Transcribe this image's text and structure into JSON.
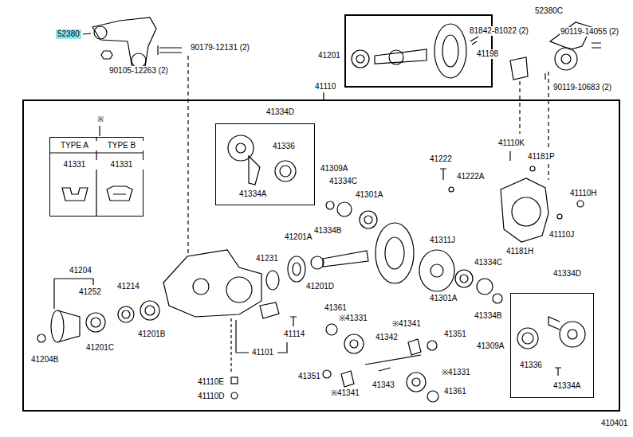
{
  "diagram": {
    "nodes": [
      {
        "text": [
          "41201"
        ]
      },
      {
        "text": [
          "41110"
        ]
      },
      {
        "text": [
          "TYPE A",
          "TYPE B",
          "41331",
          "41331"
        ],
        "in": 1
      },
      {
        "text": [
          "41309A",
          "41334D",
          "41336",
          "41334A"
        ],
        "in": 1
      },
      {
        "text": [
          "41309A",
          "41334D",
          "41336",
          "41334A"
        ],
        "in": 1
      }
    ],
    "labels": [
      "52380",
      "90179-12131 (2)",
      "90105-12263 (2)",
      "81842-81022 (2)",
      "52380C",
      "90119-14055 (2)",
      "41198",
      "90119-10683 (2)",
      "※",
      "41222",
      "41222A",
      "41110K",
      "41181P",
      "41334C",
      "41301A",
      "41110H",
      "41334B",
      "41201A",
      "41110J",
      "41311J",
      "41181H",
      "41231",
      "41204",
      "41334C",
      "41201D",
      "41214",
      "41252",
      "41301A",
      "41361",
      "※41331",
      "41334B",
      "※41341",
      "41201B",
      "41114",
      "41351",
      "41342",
      "41201C",
      "41101",
      "41204B",
      "41351",
      "※41331",
      "41110E",
      "41343",
      "※41341",
      "41361",
      "41110D",
      "410401"
    ]
  }
}
